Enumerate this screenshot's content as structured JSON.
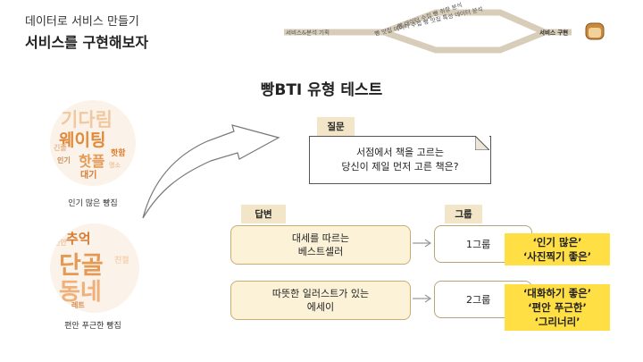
{
  "header": {
    "subtitle": "데이터로 서비스 만들기",
    "heading": "서비스를 구현해보자"
  },
  "nav": {
    "left_label": "서비스&분석 기획",
    "upper_label": "빵 데이터 수집 빵 취향 분석",
    "lower_label": "빵 맛집 데이터 수집 빵 맛집 특성 데이터 분석",
    "right_label": "서비스 구현",
    "icon": "bread-icon"
  },
  "title": "빵BTI 유형 테스트",
  "cloud_popular": {
    "words": [
      "기다림",
      "웨이팅",
      "핫플",
      "인기",
      "핫함",
      "대기",
      "긴줄",
      "명소"
    ],
    "caption": "인기 많은 빵집"
  },
  "cloud_cozy": {
    "words": [
      "추억",
      "단골",
      "동네",
      "레트",
      "친절",
      "편안"
    ],
    "caption": "편안 푸근한 빵집"
  },
  "question": {
    "tag": "질문",
    "line1": "서점에서 책을 고르는",
    "line2": "당신이 제일 먼저 고른 책은?"
  },
  "answers": {
    "tag": "답변",
    "items": [
      {
        "line1": "대세를 따르는",
        "line2": "베스트셀러"
      },
      {
        "line1": "따뜻한 일러스트가 있는",
        "line2": "에세이"
      }
    ]
  },
  "groups": {
    "tag": "그룹",
    "items": [
      {
        "label": "1그룹",
        "traits": [
          "‘인기 많은’",
          "‘사진찍기 좋은’"
        ]
      },
      {
        "label": "2그룹",
        "traits": [
          "‘대화하기 좋은’",
          "‘편안 푸근한’",
          "‘그리너리’"
        ]
      }
    ]
  },
  "colors": {
    "tag_bg": "#f2e5c8",
    "answer_bg": "#fbf2d8",
    "highlight": "#ffdf44",
    "cloud_orange": "#e59a4a"
  }
}
